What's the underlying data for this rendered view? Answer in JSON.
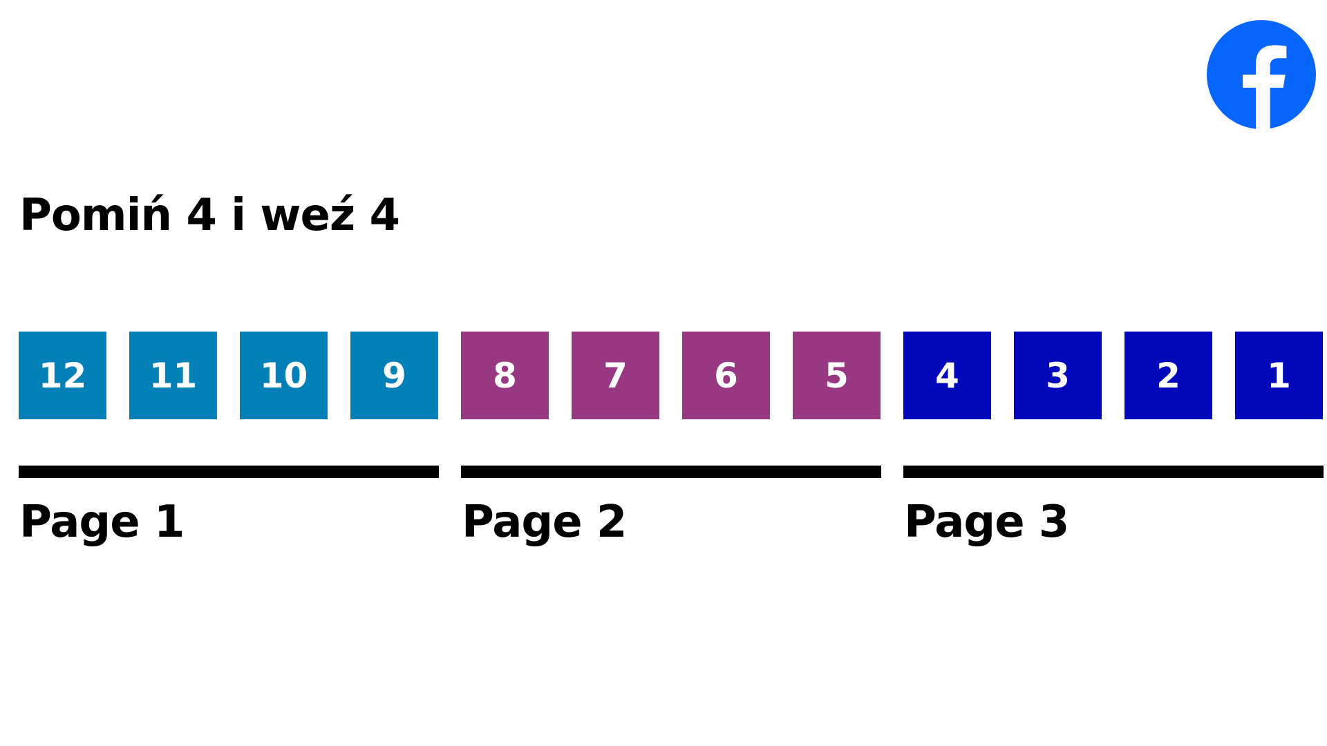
{
  "brand": {
    "logo_icon": "facebook-icon",
    "logo_color": "#0866FF"
  },
  "title": "Pomiń 4 i weź 4",
  "items": [
    {
      "label": "12",
      "color": "#0080B6"
    },
    {
      "label": "11",
      "color": "#0080B6"
    },
    {
      "label": "10",
      "color": "#0080B6"
    },
    {
      "label": "9",
      "color": "#0080B6"
    },
    {
      "label": "8",
      "color": "#983883"
    },
    {
      "label": "7",
      "color": "#983883"
    },
    {
      "label": "6",
      "color": "#983883"
    },
    {
      "label": "5",
      "color": "#983883"
    },
    {
      "label": "4",
      "color": "#0008BA"
    },
    {
      "label": "3",
      "color": "#0008BA"
    },
    {
      "label": "2",
      "color": "#0008BA"
    },
    {
      "label": "1",
      "color": "#0008BA"
    }
  ],
  "pages": [
    {
      "label": "Page 1"
    },
    {
      "label": "Page 2"
    },
    {
      "label": "Page 3"
    }
  ]
}
